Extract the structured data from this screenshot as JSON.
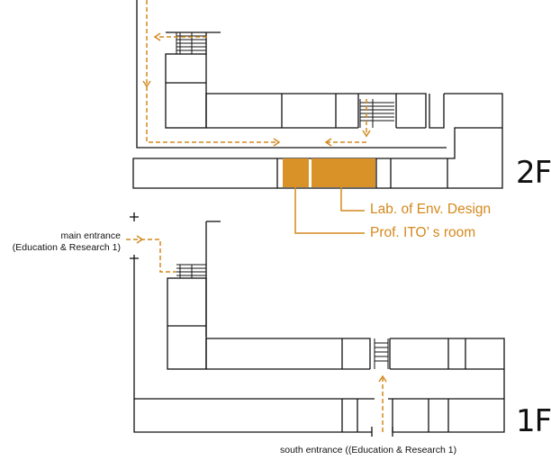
{
  "floors": {
    "upper": "2F",
    "lower": "1F"
  },
  "callouts": {
    "lab": "Lab. of Env. Design",
    "professor_room": "Prof. ITO’ s  room"
  },
  "entrances": {
    "main_line1": "main entrance",
    "main_line2": "(Education & Research 1)",
    "south": "south entrance ((Education & Research 1)"
  },
  "colors": {
    "walls": "#111111",
    "route": "#d4891e",
    "highlight_room": "#d89228",
    "background": "#ffffff"
  }
}
